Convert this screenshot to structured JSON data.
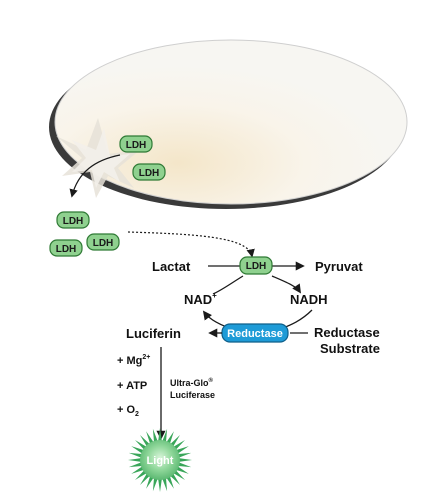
{
  "colors": {
    "ldh_fill": "#8fd18f",
    "ldh_stroke": "#2f7a35",
    "reductase_fill": "#1e9bd7",
    "cell_fill": "#f7f6f2",
    "light_fill": "#9be0a0"
  },
  "ldh": {
    "label": "LDH"
  },
  "reaction": {
    "lactat": "Lactat",
    "pyruvat": "Pyruvat",
    "nad_base": "NAD",
    "nad_sup": "+",
    "nadh": "NADH",
    "luciferin": "Luciferin",
    "reductase": "Reductase",
    "substrate_line1": "Reductase",
    "substrate_line2": "Substrate"
  },
  "cofactors": {
    "mg_base": "+ Mg",
    "mg_sup": "2+",
    "atp": "+ ATP",
    "o2_base": "+ O",
    "o2_sub": "2"
  },
  "enzyme": {
    "line1_base": "Ultra-Glo",
    "line1_sup": "®",
    "line2": "Luciferase"
  },
  "light": {
    "label": "Light"
  }
}
